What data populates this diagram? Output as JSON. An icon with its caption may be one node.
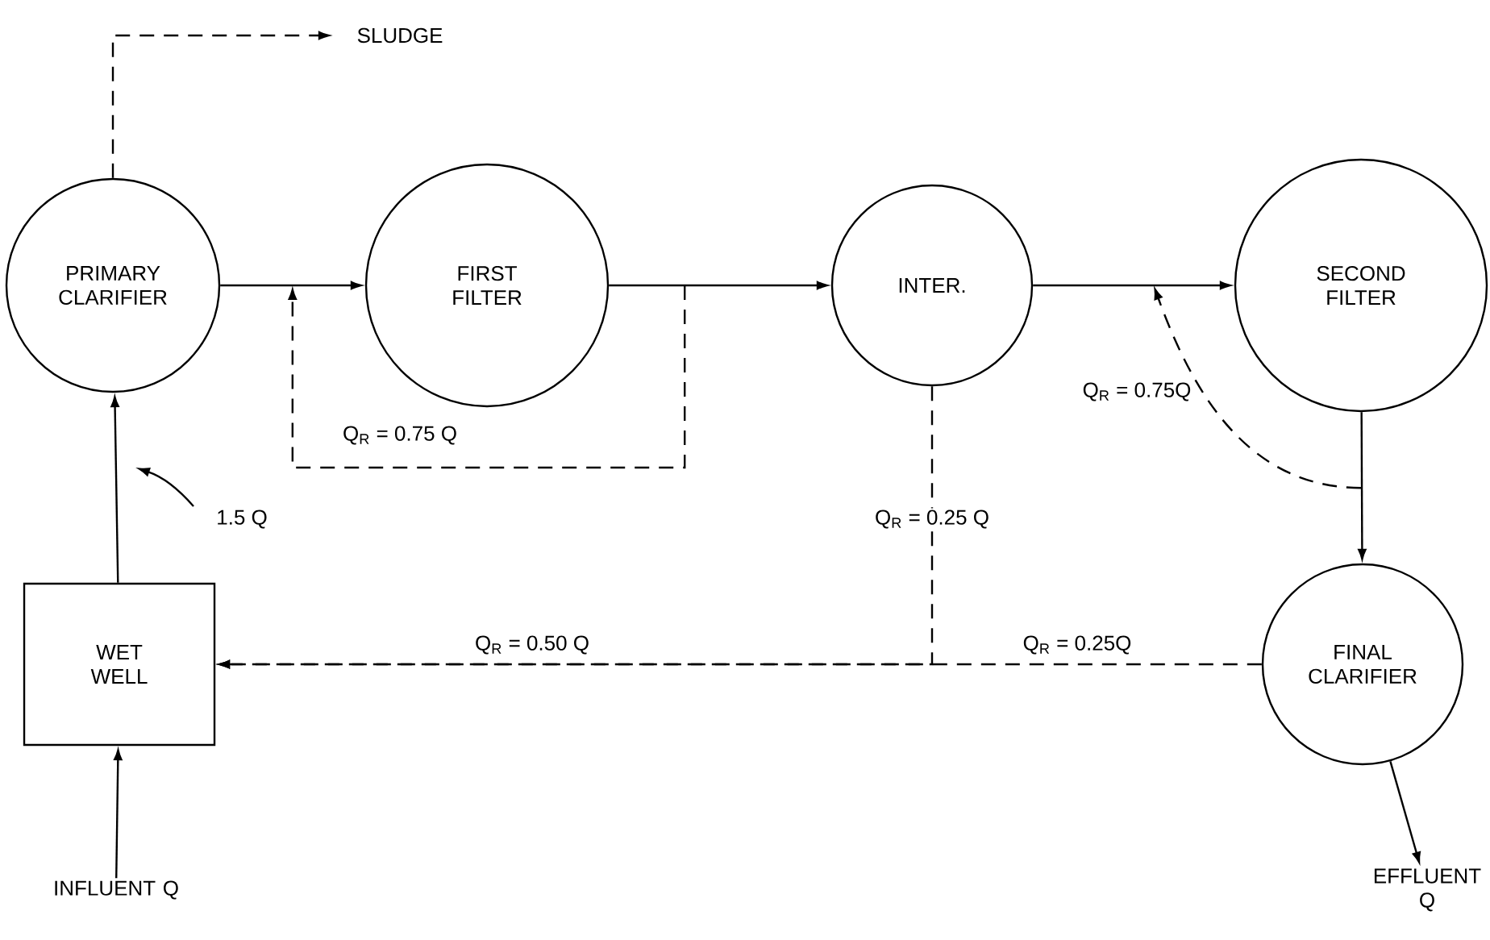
{
  "diagram": {
    "nodes": [
      {
        "text": [
          "PRIMARY CLARIFIER"
        ]
      },
      {
        "text": [
          "FIRST FILTER"
        ]
      },
      {
        "text": [
          "INTER."
        ]
      },
      {
        "text": [
          "SECOND FILTER"
        ]
      },
      {
        "text": [
          "FINAL CLARIFIER"
        ]
      },
      {
        "text": [
          "WET WELL"
        ]
      },
      {
        "text": [
          "INFLUENT Q"
        ]
      },
      {
        "text": [
          "EFFLUENT Q"
        ]
      },
      {
        "text": [
          "SLUDGE"
        ]
      }
    ],
    "edges": [
      {
        "from": 6,
        "to": 5,
        "arrow": "to"
      },
      {
        "from": 5,
        "to": 0,
        "arrow": "to",
        "label": "1.5 Q"
      },
      {
        "from": 0,
        "to": 1,
        "arrow": "to"
      },
      {
        "from": 1,
        "to": 2,
        "arrow": "to"
      },
      {
        "from": 2,
        "to": 3,
        "arrow": "to"
      },
      {
        "from": 3,
        "to": 4,
        "arrow": "to"
      },
      {
        "from": 4,
        "to": 7,
        "arrow": "to"
      },
      {
        "from": 0,
        "to": 8,
        "arrow": "to",
        "style": "dashed"
      },
      {
        "from": 1,
        "to": 1,
        "arrow": "to",
        "style": "dashed",
        "label": "Q$_{R}$ = 0.75 Q"
      },
      {
        "from": 3,
        "to": 3,
        "arrow": "to",
        "style": "dashed",
        "label": "Q$_{R}$ = 0.75Q"
      },
      {
        "from": 2,
        "to": 5,
        "arrow": "to",
        "style": "dashed",
        "label": "Q$_{R}$ = 0.25 Q"
      },
      {
        "from": 4,
        "to": 5,
        "arrow": "to",
        "style": "dashed",
        "label": "Q$_{R}$ = 0.25Q"
      }
    ],
    "labels": [
      "Q$_{R}$ = 0.50 Q"
    ]
  }
}
